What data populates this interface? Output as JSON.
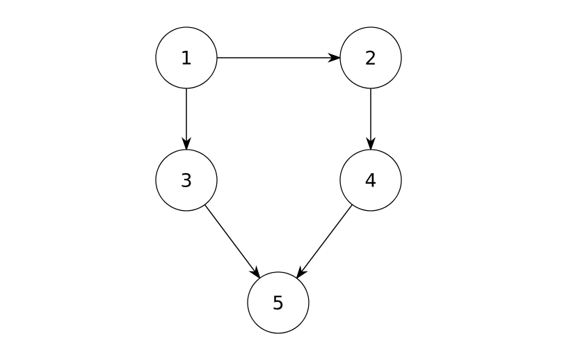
{
  "diagram": {
    "type": "directed-graph",
    "nodes": [
      {
        "id": "n1",
        "label": "1"
      },
      {
        "id": "n2",
        "label": "2"
      },
      {
        "id": "n3",
        "label": "3"
      },
      {
        "id": "n4",
        "label": "4"
      },
      {
        "id": "n5",
        "label": "5"
      }
    ],
    "edges": [
      {
        "from": "n1",
        "to": "n2"
      },
      {
        "from": "n1",
        "to": "n3"
      },
      {
        "from": "n2",
        "to": "n4"
      },
      {
        "from": "n3",
        "to": "n5"
      },
      {
        "from": "n4",
        "to": "n5"
      }
    ],
    "colors": {
      "stroke": "#000000",
      "fill": "#ffffff",
      "background": "#ffffff"
    }
  }
}
